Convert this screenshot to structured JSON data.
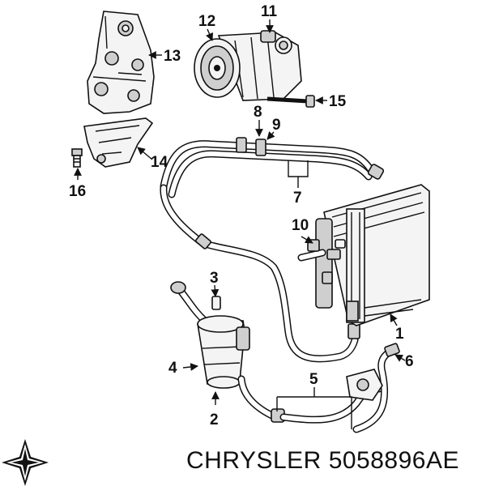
{
  "footer": {
    "brand": "CHRYSLER",
    "part_number": "5058896AE"
  },
  "callouts": {
    "c1": "1",
    "c2": "2",
    "c3": "3",
    "c4": "4",
    "c5": "5",
    "c6": "6",
    "c7": "7",
    "c8": "8",
    "c9": "9",
    "c10": "10",
    "c11": "11",
    "c12": "12",
    "c13": "13",
    "c14": "14",
    "c15": "15",
    "c16": "16"
  },
  "icons": {
    "logo": "pentastar-logo-icon"
  }
}
